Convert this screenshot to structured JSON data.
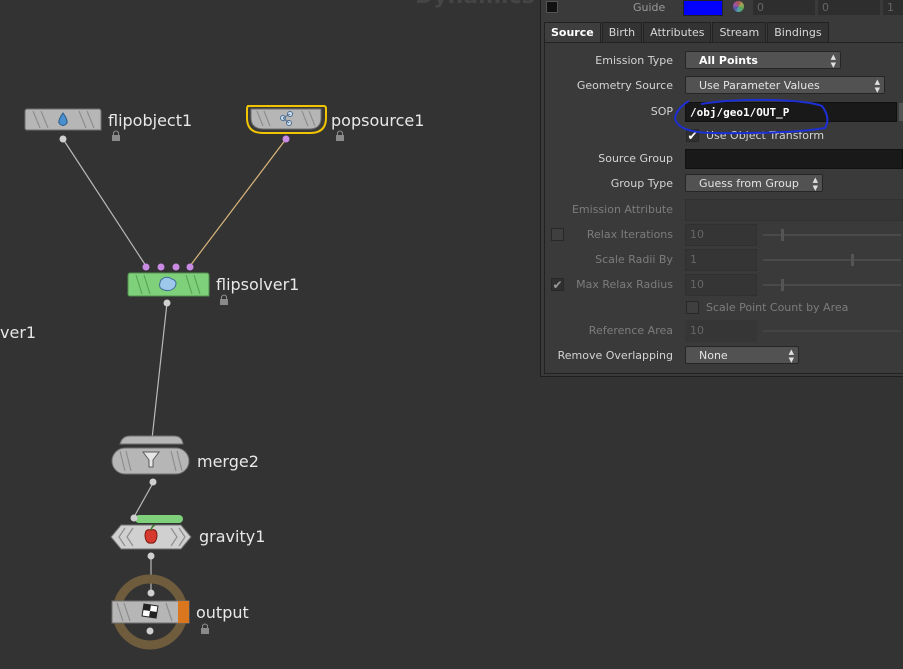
{
  "network": {
    "context_title": "Dynamics",
    "left_partial_label": "ver1",
    "nodes": {
      "flipobject": "flipobject1",
      "popsource": "popsource1",
      "flipsolver": "flipsolver1",
      "merge": "merge2",
      "gravity": "gravity1",
      "output": "output"
    }
  },
  "panel": {
    "guide": {
      "label": "Guide",
      "color": "#0000ff",
      "values": [
        "0",
        "0",
        "1"
      ]
    },
    "tabs": [
      "Source",
      "Birth",
      "Attributes",
      "Stream",
      "Bindings"
    ],
    "active_tab": "Source",
    "params": {
      "emission_type": {
        "label": "Emission Type",
        "value": "All Points"
      },
      "geometry_source": {
        "label": "Geometry Source",
        "value": "Use Parameter Values"
      },
      "sop": {
        "label": "SOP",
        "value": "/obj/geo1/OUT_P"
      },
      "use_object_transform": {
        "label": "Use Object Transform",
        "checked": true
      },
      "source_group": {
        "label": "Source Group",
        "value": ""
      },
      "group_type": {
        "label": "Group Type",
        "value": "Guess from Group"
      },
      "emission_attribute": {
        "label": "Emission Attribute",
        "value": ""
      },
      "relax_iterations": {
        "label": "Relax Iterations",
        "value": "10",
        "slider_fraction": 0.13
      },
      "scale_radii_by": {
        "label": "Scale Radii By",
        "value": "1",
        "slider_fraction": 0.64
      },
      "max_relax_radius": {
        "label": "Max Relax Radius",
        "value": "10",
        "slider_fraction": 0.13
      },
      "scale_point_count": {
        "label": "Scale Point Count by Area"
      },
      "reference_area": {
        "label": "Reference Area",
        "value": "10"
      },
      "remove_overlapping": {
        "label": "Remove Overlapping",
        "value": "None"
      }
    }
  }
}
